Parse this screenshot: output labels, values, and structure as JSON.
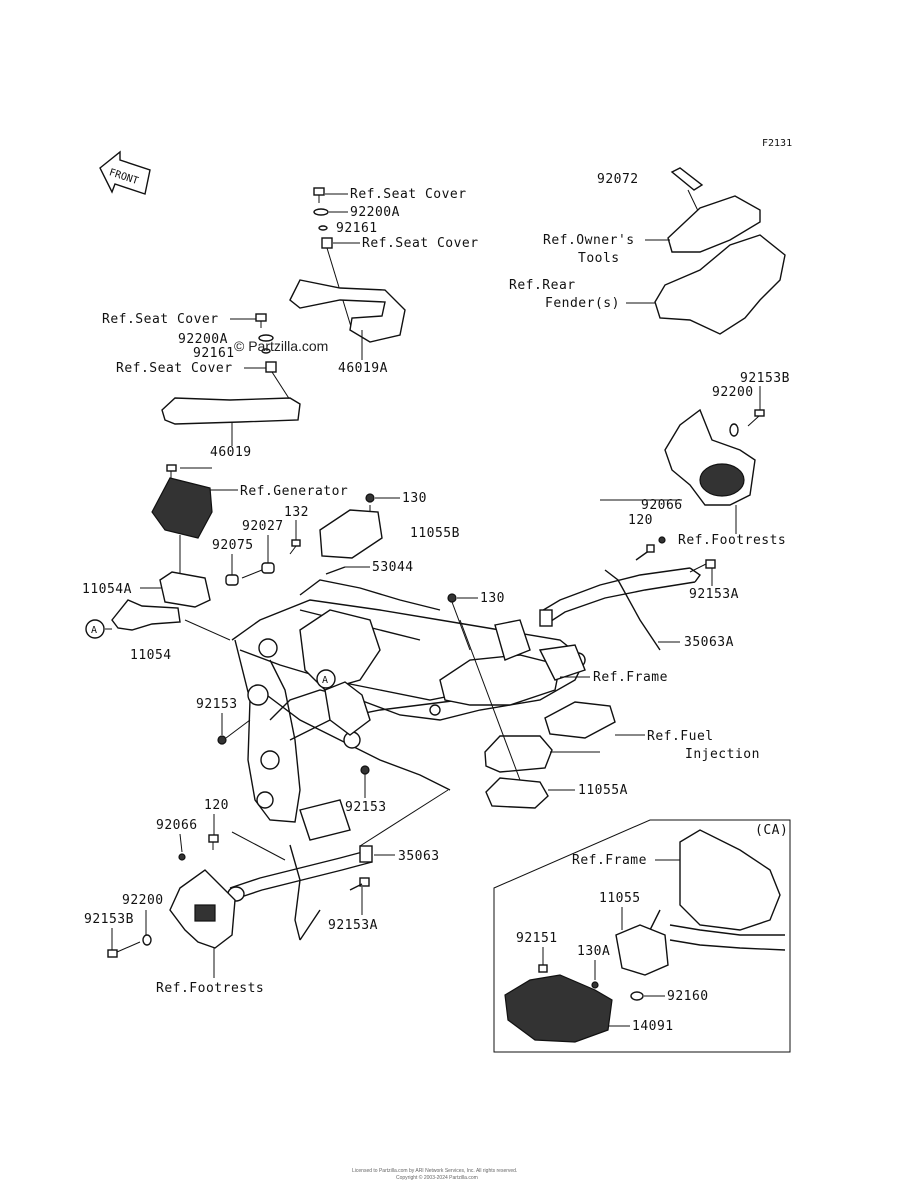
{
  "figure_code": "F2131",
  "front_arrow": "FRONT",
  "watermark": "© Partzilla.com",
  "inset_label": "(CA)",
  "footer": [
    "Licensed to Partzilla.com by ARI Network Services, Inc. All rights reserved.",
    "Copyright © 2003-2024 Partzilla.com"
  ],
  "callouts": {
    "c1": "Ref.Seat Cover",
    "c2": "92200A",
    "c3": "92161",
    "c4": "Ref.Seat Cover",
    "c5": "46019A",
    "c6": "Ref.Seat Cover",
    "c7": "92200A",
    "c8": "92161",
    "c9": "Ref.Seat Cover",
    "c10": "46019",
    "c11": "92072",
    "c12a": "Ref.Owner's",
    "c12b": "Tools",
    "c13a": "Ref.Rear",
    "c13b": "Fender(s)",
    "c14": "92153B",
    "c15": "92200",
    "c16": "Ref.Generator",
    "c17": "130",
    "c18": "11055B",
    "c19": "132",
    "c20": "92027",
    "c21": "92075",
    "c22": "53044",
    "c23": "11054A",
    "c24": "11054",
    "c25": "130",
    "c26": "92066",
    "c27": "120",
    "c28": "Ref.Footrests",
    "c29": "92153A",
    "c30": "35063A",
    "c31": "Ref.Frame",
    "c32a": "Ref.Fuel",
    "c32b": "Injection",
    "c33": "92153",
    "c34": "92153",
    "c35": "11055A",
    "c36": "120",
    "c37": "92066",
    "c38": "35063",
    "c39": "92200",
    "c40": "92153B",
    "c41": "92153A",
    "c42": "Ref.Footrests",
    "c43": "Ref.Frame",
    "c44": "11055",
    "c45": "92151",
    "c46": "130A",
    "c47": "92160",
    "c48": "14091",
    "ma": "A",
    "mb": "A"
  }
}
